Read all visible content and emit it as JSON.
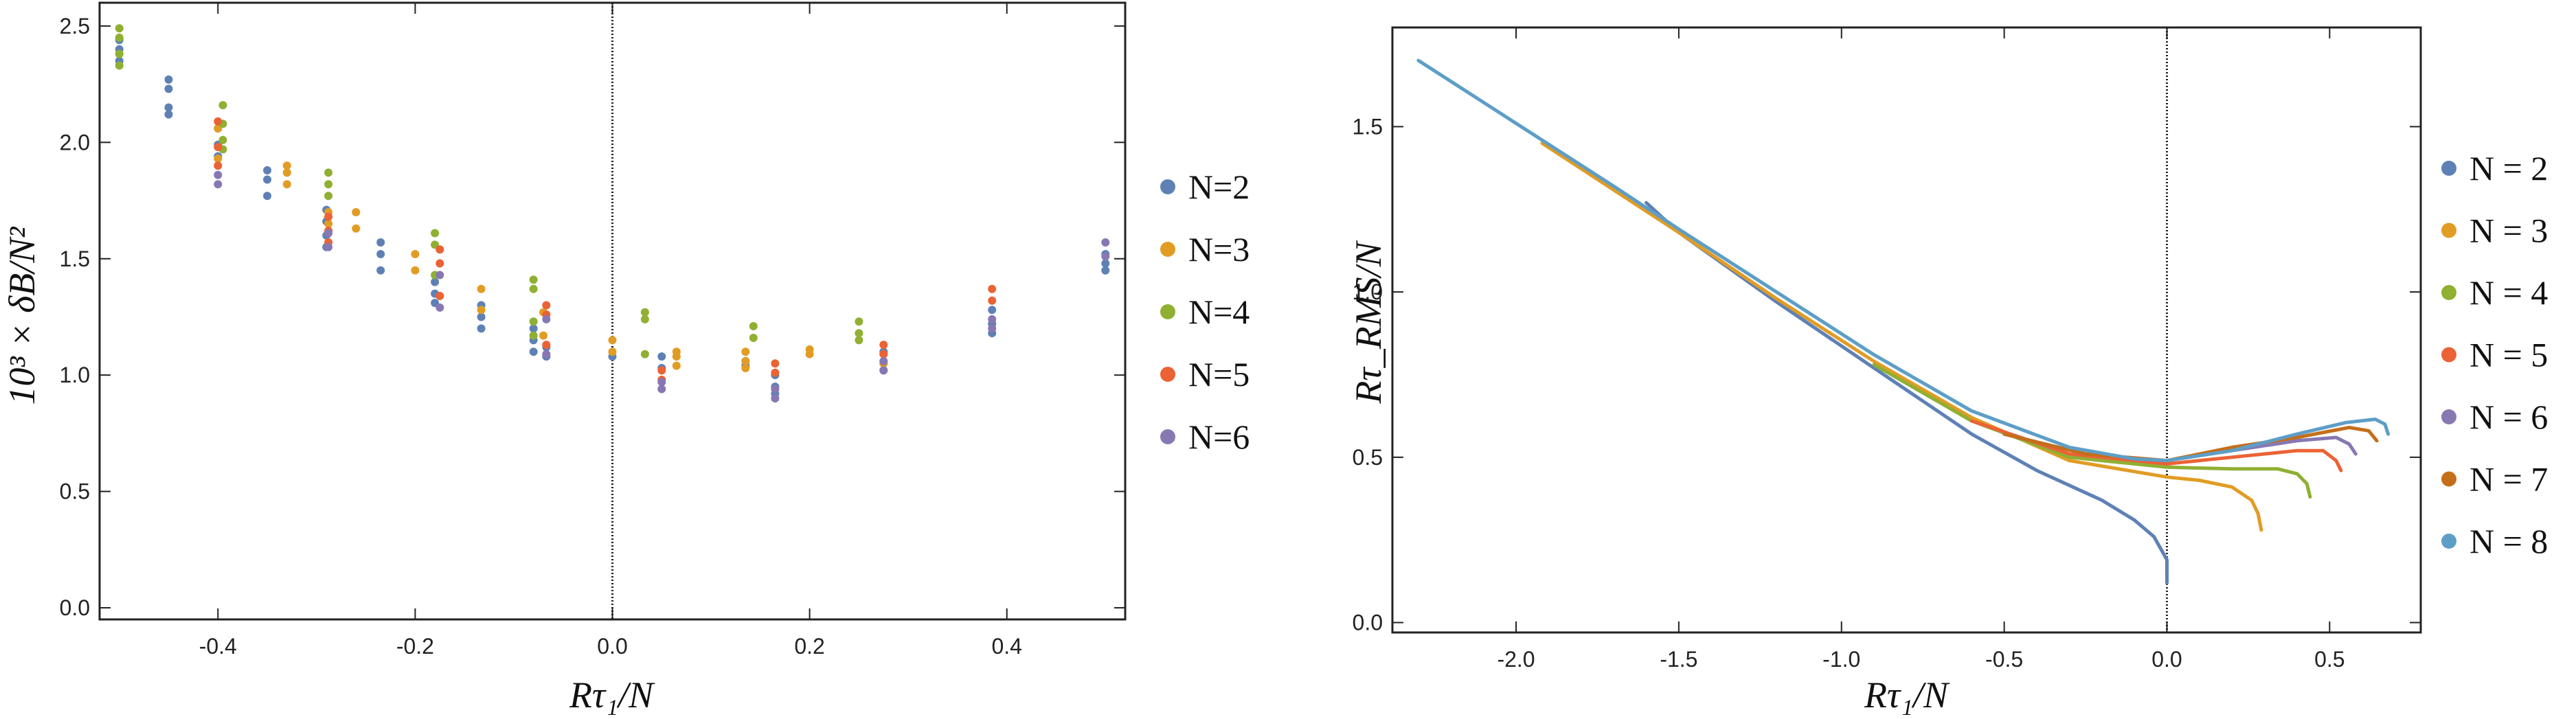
{
  "chart_data": [
    {
      "type": "scatter",
      "xlabel": "Rτ₁/N",
      "ylabel": "10³ × δB/N²",
      "xlim": [
        -0.52,
        0.52
      ],
      "ylim": [
        -0.05,
        2.6
      ],
      "xticks": [
        "-0.4",
        "-0.2",
        "0.0",
        "0.2",
        "0.4"
      ],
      "xtick_values": [
        -0.4,
        -0.2,
        0,
        0.2,
        0.4
      ],
      "yticks": [
        "0.0",
        "0.5",
        "1.0",
        "1.5",
        "2.0",
        "2.5"
      ],
      "ytick_values": [
        0,
        0.5,
        1.0,
        1.5,
        2.0,
        2.5
      ],
      "vline_x": 0,
      "legend_position": "right-outside",
      "series": [
        {
          "name": "N=2",
          "color": "#5e81b5",
          "points": [
            [
              -0.5,
              2.44
            ],
            [
              -0.5,
              2.4
            ],
            [
              -0.5,
              2.35
            ],
            [
              -0.45,
              2.27
            ],
            [
              -0.45,
              2.23
            ],
            [
              -0.45,
              2.15
            ],
            [
              -0.45,
              2.12
            ],
            [
              -0.4,
              2.06
            ],
            [
              -0.4,
              1.99
            ],
            [
              -0.4,
              1.94
            ],
            [
              -0.35,
              1.88
            ],
            [
              -0.35,
              1.84
            ],
            [
              -0.35,
              1.77
            ],
            [
              -0.29,
              1.71
            ],
            [
              -0.29,
              1.66
            ],
            [
              -0.29,
              1.6
            ],
            [
              -0.29,
              1.55
            ],
            [
              -0.235,
              1.57
            ],
            [
              -0.235,
              1.52
            ],
            [
              -0.235,
              1.45
            ],
            [
              -0.18,
              1.4
            ],
            [
              -0.18,
              1.35
            ],
            [
              -0.18,
              1.31
            ],
            [
              -0.133,
              1.3
            ],
            [
              -0.133,
              1.25
            ],
            [
              -0.133,
              1.2
            ],
            [
              -0.08,
              1.2
            ],
            [
              -0.08,
              1.15
            ],
            [
              -0.08,
              1.1
            ],
            [
              -0.067,
              1.12
            ],
            [
              -0.067,
              1.08
            ],
            [
              0,
              1.08
            ],
            [
              0.05,
              1.08
            ],
            [
              0.05,
              1.03
            ],
            [
              0.135,
              1.06
            ],
            [
              0.135,
              1.04
            ],
            [
              0.165,
              1.0
            ],
            [
              0.165,
              0.95
            ],
            [
              0.165,
              0.92
            ],
            [
              0.275,
              1.1
            ],
            [
              0.275,
              1.05
            ],
            [
              0.275,
              1.02
            ],
            [
              0.385,
              1.28
            ],
            [
              0.385,
              1.22
            ],
            [
              0.385,
              1.18
            ],
            [
              0.5,
              1.52
            ],
            [
              0.5,
              1.48
            ],
            [
              0.5,
              1.45
            ]
          ]
        },
        {
          "name": "N=3",
          "color": "#e19c24",
          "points": [
            [
              -0.5,
              2.38
            ],
            [
              -0.4,
              2.06
            ],
            [
              -0.4,
              1.93
            ],
            [
              -0.33,
              1.9
            ],
            [
              -0.33,
              1.87
            ],
            [
              -0.33,
              1.82
            ],
            [
              -0.288,
              1.7
            ],
            [
              -0.288,
              1.65
            ],
            [
              -0.26,
              1.7
            ],
            [
              -0.26,
              1.63
            ],
            [
              -0.2,
              1.52
            ],
            [
              -0.2,
              1.45
            ],
            [
              -0.133,
              1.37
            ],
            [
              -0.133,
              1.28
            ],
            [
              -0.07,
              1.27
            ],
            [
              -0.07,
              1.17
            ],
            [
              0,
              1.15
            ],
            [
              0,
              1.1
            ],
            [
              0.065,
              1.1
            ],
            [
              0.065,
              1.08
            ],
            [
              0.065,
              1.04
            ],
            [
              0.135,
              1.1
            ],
            [
              0.135,
              1.06
            ],
            [
              0.135,
              1.03
            ],
            [
              0.2,
              1.11
            ],
            [
              0.2,
              1.09
            ],
            [
              0.275,
              1.09
            ],
            [
              0.275,
              1.05
            ]
          ]
        },
        {
          "name": "N=4",
          "color": "#8fb032",
          "points": [
            [
              -0.5,
              2.49
            ],
            [
              -0.5,
              2.45
            ],
            [
              -0.5,
              2.38
            ],
            [
              -0.5,
              2.33
            ],
            [
              -0.395,
              2.16
            ],
            [
              -0.395,
              2.08
            ],
            [
              -0.395,
              2.01
            ],
            [
              -0.395,
              1.97
            ],
            [
              -0.288,
              1.87
            ],
            [
              -0.288,
              1.82
            ],
            [
              -0.288,
              1.77
            ],
            [
              -0.18,
              1.61
            ],
            [
              -0.18,
              1.56
            ],
            [
              -0.18,
              1.43
            ],
            [
              -0.08,
              1.41
            ],
            [
              -0.08,
              1.37
            ],
            [
              -0.08,
              1.23
            ],
            [
              -0.08,
              1.17
            ],
            [
              0.033,
              1.27
            ],
            [
              0.033,
              1.24
            ],
            [
              0.033,
              1.09
            ],
            [
              0.143,
              1.21
            ],
            [
              0.143,
              1.16
            ],
            [
              0.25,
              1.23
            ],
            [
              0.25,
              1.18
            ],
            [
              0.25,
              1.15
            ]
          ]
        },
        {
          "name": "N=5",
          "color": "#eb6235",
          "points": [
            [
              -0.4,
              2.09
            ],
            [
              -0.4,
              1.98
            ],
            [
              -0.4,
              1.9
            ],
            [
              -0.288,
              1.68
            ],
            [
              -0.288,
              1.62
            ],
            [
              -0.288,
              1.57
            ],
            [
              -0.175,
              1.54
            ],
            [
              -0.175,
              1.48
            ],
            [
              -0.175,
              1.34
            ],
            [
              -0.067,
              1.3
            ],
            [
              -0.067,
              1.26
            ],
            [
              -0.067,
              1.13
            ],
            [
              0.05,
              1.02
            ],
            [
              0.05,
              0.98
            ],
            [
              0.165,
              1.05
            ],
            [
              0.165,
              1.01
            ],
            [
              0.275,
              1.13
            ],
            [
              0.275,
              1.09
            ],
            [
              0.385,
              1.37
            ],
            [
              0.385,
              1.32
            ]
          ]
        },
        {
          "name": "N=6",
          "color": "#8778b3",
          "points": [
            [
              -0.4,
              1.86
            ],
            [
              -0.4,
              1.82
            ],
            [
              -0.288,
              1.61
            ],
            [
              -0.288,
              1.55
            ],
            [
              -0.175,
              1.43
            ],
            [
              -0.175,
              1.29
            ],
            [
              -0.067,
              1.24
            ],
            [
              -0.067,
              1.09
            ],
            [
              0.05,
              0.97
            ],
            [
              0.05,
              0.94
            ],
            [
              0.165,
              0.94
            ],
            [
              0.165,
              0.9
            ],
            [
              0.275,
              1.06
            ],
            [
              0.275,
              1.02
            ],
            [
              0.385,
              1.24
            ],
            [
              0.385,
              1.2
            ],
            [
              0.5,
              1.57
            ],
            [
              0.5,
              1.51
            ]
          ]
        }
      ]
    },
    {
      "type": "line",
      "xlabel": "Rτ₁/N",
      "ylabel": "Rτ_RMS/N",
      "xlim": [
        -2.38,
        0.78
      ],
      "ylim": [
        -0.03,
        1.8
      ],
      "xticks": [
        "-2.0",
        "-1.5",
        "-1.0",
        "-0.5",
        "0.0",
        "0.5"
      ],
      "xtick_values": [
        -2.0,
        -1.5,
        -1.0,
        -0.5,
        0,
        0.5
      ],
      "yticks": [
        "0.0",
        "0.5",
        "1.0",
        "1.5"
      ],
      "ytick_values": [
        0,
        0.5,
        1.0,
        1.5
      ],
      "vline_x": 0,
      "legend_position": "right-outside",
      "series": [
        {
          "name": "N = 2",
          "color": "#5e81b5",
          "points": [
            [
              -1.6,
              1.27
            ],
            [
              -1.5,
              1.18
            ],
            [
              -1.2,
              0.97
            ],
            [
              -0.9,
              0.77
            ],
            [
              -0.6,
              0.57
            ],
            [
              -0.4,
              0.46
            ],
            [
              -0.2,
              0.37
            ],
            [
              -0.1,
              0.31
            ],
            [
              -0.04,
              0.26
            ],
            [
              0,
              0.19
            ],
            [
              0,
              0.12
            ]
          ]
        },
        {
          "name": "N = 3",
          "color": "#e19c24",
          "points": [
            [
              -1.92,
              1.45
            ],
            [
              -1.5,
              1.18
            ],
            [
              -1.2,
              0.98
            ],
            [
              -0.9,
              0.79
            ],
            [
              -0.6,
              0.62
            ],
            [
              -0.3,
              0.49
            ],
            [
              0,
              0.44
            ],
            [
              0.1,
              0.43
            ],
            [
              0.2,
              0.41
            ],
            [
              0.26,
              0.37
            ],
            [
              0.28,
              0.33
            ],
            [
              0.29,
              0.28
            ]
          ]
        },
        {
          "name": "N = 4",
          "color": "#8fb032",
          "points": [
            [
              -0.9,
              0.78
            ],
            [
              -0.6,
              0.61
            ],
            [
              -0.3,
              0.5
            ],
            [
              0,
              0.47
            ],
            [
              0.2,
              0.465
            ],
            [
              0.34,
              0.465
            ],
            [
              0.4,
              0.45
            ],
            [
              0.43,
              0.42
            ],
            [
              0.44,
              0.38
            ]
          ]
        },
        {
          "name": "N = 5",
          "color": "#eb6235",
          "points": [
            [
              -0.6,
              0.61
            ],
            [
              -0.3,
              0.51
            ],
            [
              0,
              0.48
            ],
            [
              0.2,
              0.5
            ],
            [
              0.4,
              0.52
            ],
            [
              0.48,
              0.52
            ],
            [
              0.52,
              0.49
            ],
            [
              0.535,
              0.46
            ]
          ]
        },
        {
          "name": "N = 6",
          "color": "#8778b3",
          "points": [
            [
              -0.5,
              0.57
            ],
            [
              -0.25,
              0.51
            ],
            [
              0,
              0.49
            ],
            [
              0.2,
              0.52
            ],
            [
              0.4,
              0.55
            ],
            [
              0.52,
              0.56
            ],
            [
              0.56,
              0.54
            ],
            [
              0.58,
              0.51
            ]
          ]
        },
        {
          "name": "N = 7",
          "color": "#c56e1a",
          "points": [
            [
              -0.5,
              0.57
            ],
            [
              -0.25,
              0.51
            ],
            [
              0,
              0.49
            ],
            [
              0.2,
              0.53
            ],
            [
              0.4,
              0.56
            ],
            [
              0.56,
              0.59
            ],
            [
              0.62,
              0.58
            ],
            [
              0.645,
              0.55
            ]
          ]
        },
        {
          "name": "N = 8",
          "color": "#5d9ec7",
          "points": [
            [
              -2.3,
              1.7
            ],
            [
              -2.0,
              1.51
            ],
            [
              -1.7,
              1.32
            ],
            [
              -1.5,
              1.19
            ],
            [
              -1.2,
              1.0
            ],
            [
              -0.9,
              0.81
            ],
            [
              -0.6,
              0.64
            ],
            [
              -0.3,
              0.53
            ],
            [
              -0.1,
              0.495
            ],
            [
              0,
              0.49
            ],
            [
              0.2,
              0.52
            ],
            [
              0.4,
              0.57
            ],
            [
              0.55,
              0.605
            ],
            [
              0.64,
              0.615
            ],
            [
              0.67,
              0.6
            ],
            [
              0.68,
              0.57
            ]
          ]
        }
      ]
    }
  ]
}
